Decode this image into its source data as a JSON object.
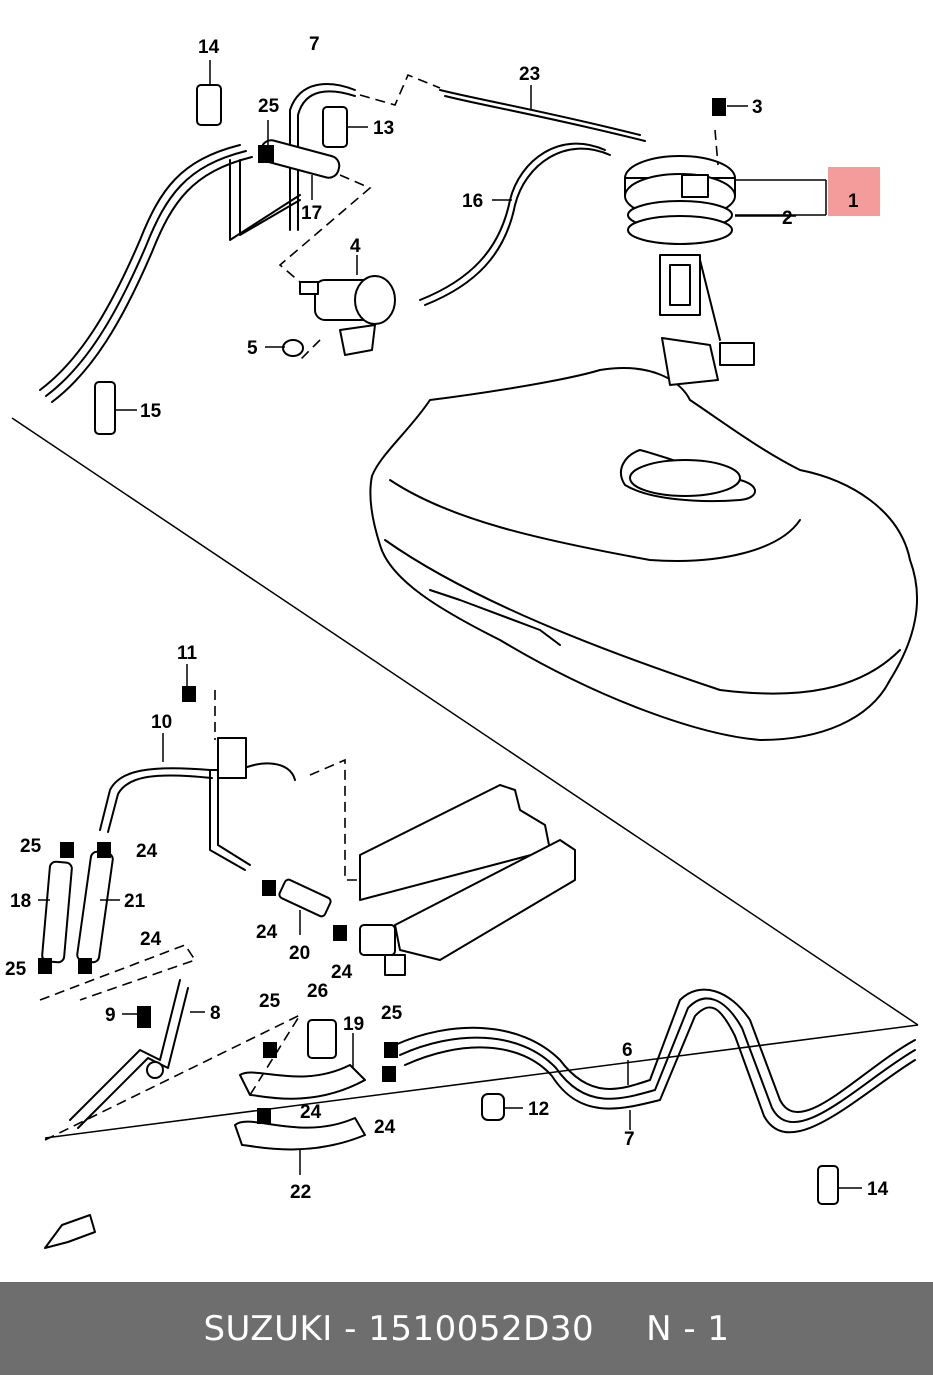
{
  "diagram": {
    "callouts": [
      {
        "id": "c1",
        "label": "1"
      },
      {
        "id": "c2",
        "label": "2"
      },
      {
        "id": "c3",
        "label": "3"
      },
      {
        "id": "c4",
        "label": "4"
      },
      {
        "id": "c5",
        "label": "5"
      },
      {
        "id": "c6",
        "label": "6"
      },
      {
        "id": "c7a",
        "label": "7"
      },
      {
        "id": "c7b",
        "label": "7"
      },
      {
        "id": "c8",
        "label": "8"
      },
      {
        "id": "c9",
        "label": "9"
      },
      {
        "id": "c10",
        "label": "10"
      },
      {
        "id": "c11",
        "label": "11"
      },
      {
        "id": "c12",
        "label": "12"
      },
      {
        "id": "c13",
        "label": "13"
      },
      {
        "id": "c14a",
        "label": "14"
      },
      {
        "id": "c14b",
        "label": "14"
      },
      {
        "id": "c15",
        "label": "15"
      },
      {
        "id": "c16",
        "label": "16"
      },
      {
        "id": "c17",
        "label": "17"
      },
      {
        "id": "c18",
        "label": "18"
      },
      {
        "id": "c19",
        "label": "19"
      },
      {
        "id": "c20",
        "label": "20"
      },
      {
        "id": "c21",
        "label": "21"
      },
      {
        "id": "c22",
        "label": "22"
      },
      {
        "id": "c23",
        "label": "23"
      },
      {
        "id": "c24a",
        "label": "24"
      },
      {
        "id": "c24b",
        "label": "24"
      },
      {
        "id": "c24c",
        "label": "24"
      },
      {
        "id": "c24d",
        "label": "24"
      },
      {
        "id": "c24e",
        "label": "24"
      },
      {
        "id": "c24f",
        "label": "24"
      },
      {
        "id": "c25a",
        "label": "25"
      },
      {
        "id": "c25b",
        "label": "25"
      },
      {
        "id": "c25c",
        "label": "25"
      },
      {
        "id": "c25d",
        "label": "25"
      },
      {
        "id": "c25e",
        "label": "25"
      },
      {
        "id": "c26",
        "label": "26"
      }
    ],
    "highlight_color": "#f28b8b"
  },
  "footer": {
    "brand": "SUZUKI",
    "separator": "-",
    "part_number": "1510052D30",
    "position": "N - 1",
    "background": "#6e6e6e"
  }
}
